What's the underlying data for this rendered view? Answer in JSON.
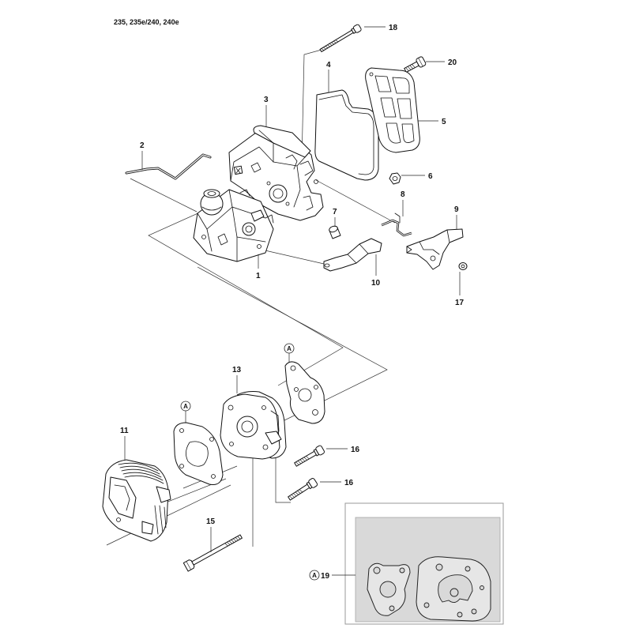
{
  "model_label": "235, 235e/240, 240e",
  "callouts": {
    "p1": "1",
    "p2": "2",
    "p3": "3",
    "p4": "4",
    "p5": "5",
    "p6": "6",
    "p7": "7",
    "p8": "8",
    "p9": "9",
    "p10": "10",
    "p11": "11",
    "p13": "13",
    "p15": "15",
    "p16a": "16",
    "p16b": "16",
    "p17": "17",
    "p18": "18",
    "p19": "19",
    "p20": "20"
  },
  "refs": {
    "gasket_upper": "A",
    "gasket_lower": "A",
    "kit": "A"
  }
}
